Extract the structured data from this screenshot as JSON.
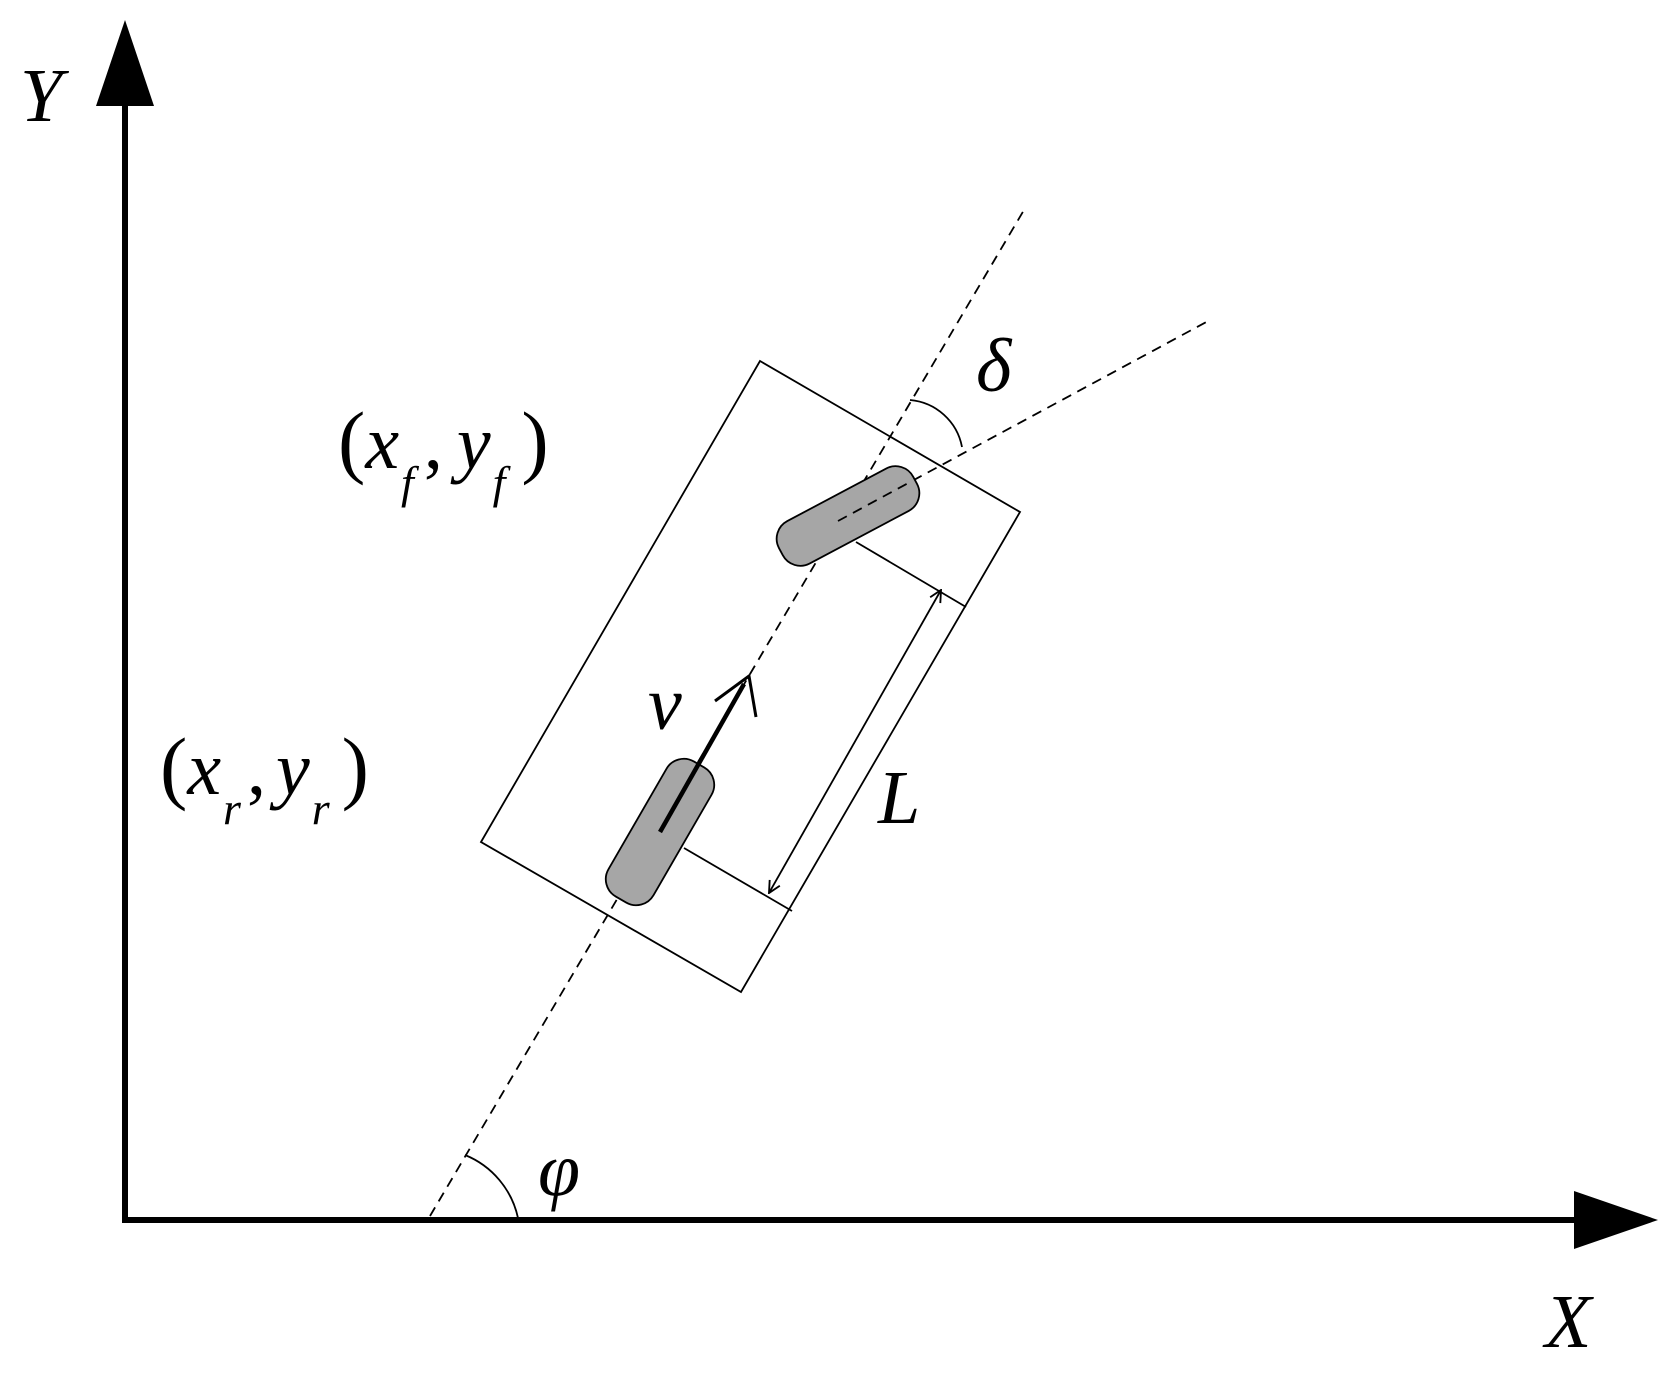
{
  "labels": {
    "y_axis": "Y",
    "x_axis": "X",
    "steer_angle": "δ",
    "heading_angle": "φ",
    "velocity": "v",
    "wheelbase": "L",
    "front_point": {
      "open": "(",
      "x": "x",
      "x_sub": "f",
      "sep": ",",
      "y": "y",
      "y_sub": "f",
      "close": ")"
    },
    "rear_point": {
      "open": "(",
      "x": "x",
      "x_sub": "r",
      "sep": ",",
      "y": "y",
      "y_sub": "r",
      "close": ")"
    }
  },
  "colors": {
    "ink": "#000000",
    "wheel_fill": "#a6a6a6",
    "background": "#ffffff"
  }
}
